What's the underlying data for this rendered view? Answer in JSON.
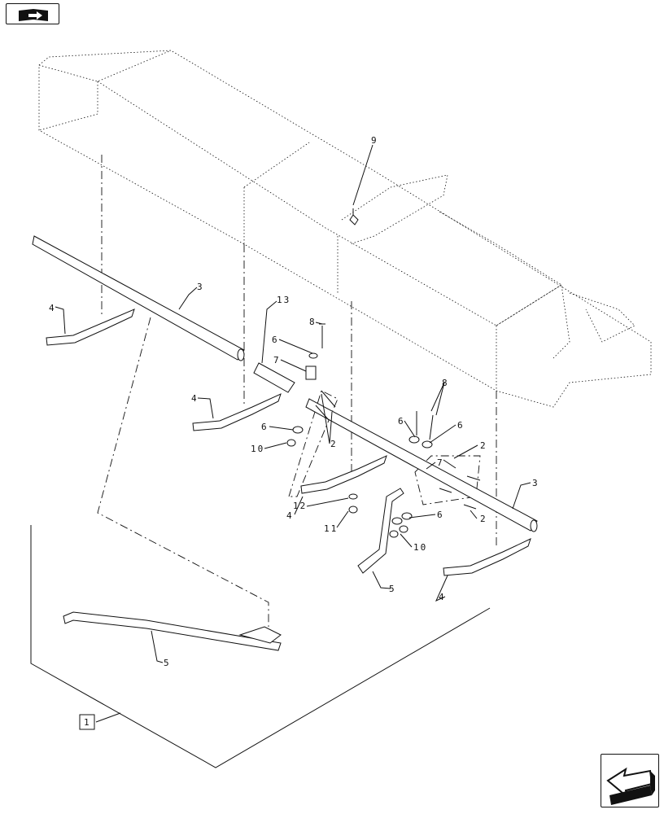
{
  "callouts": {
    "c1": "1",
    "c2a": "2",
    "c2b": "2",
    "c2c": "2",
    "c3a": "3",
    "c3b": "3",
    "c4a": "4",
    "c4b": "4",
    "c4c": "4",
    "c4d": "4",
    "c5a": "5",
    "c5b": "5",
    "c6a": "6",
    "c6b": "6",
    "c6c": "6",
    "c6d": "6",
    "c6e": "6",
    "c7a": "7",
    "c7b": "7",
    "c8a": "8",
    "c8b": "8",
    "c9": "9",
    "c10a": "10",
    "c10b": "10",
    "c11": "11",
    "c12": "12",
    "c13": "13"
  },
  "icons": {
    "prev": "book-arrow-icon",
    "next": "next-page-arrow-icon"
  }
}
